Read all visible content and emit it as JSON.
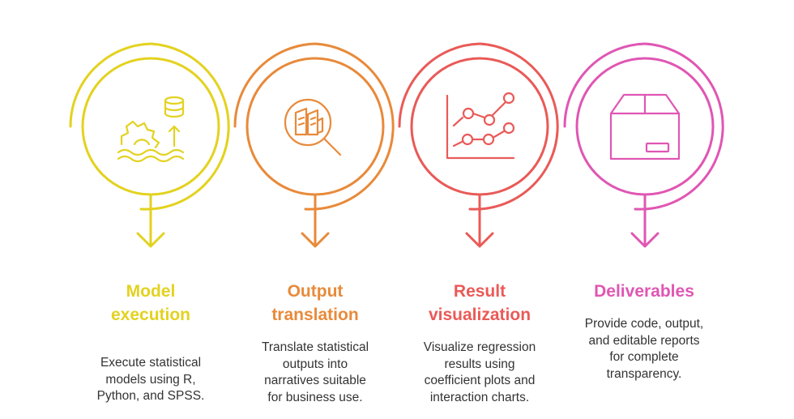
{
  "steps": [
    {
      "title_line1": "Model",
      "title_line2": "execution",
      "description": [
        "Execute statistical",
        "models using R,",
        "Python, and SPSS."
      ],
      "color": "#e3d21f",
      "icon": "gear-water-database-icon"
    },
    {
      "title_line1": "Output",
      "title_line2": "translation",
      "description": [
        "Translate statistical",
        "outputs into",
        "narratives suitable",
        "for business use."
      ],
      "color": "#e88a3a",
      "icon": "book-magnifier-icon"
    },
    {
      "title_line1": "Result",
      "title_line2": "visualization",
      "description": [
        "Visualize regression",
        "results using",
        "coefficient plots and",
        "interaction charts."
      ],
      "color": "#e95a57",
      "icon": "line-chart-icon"
    },
    {
      "title_line1": "Deliverables",
      "title_line2": "",
      "description": [
        "Provide code, output,",
        "and editable reports",
        "for complete",
        "transparency."
      ],
      "color": "#e056b3",
      "icon": "box-icon"
    }
  ]
}
